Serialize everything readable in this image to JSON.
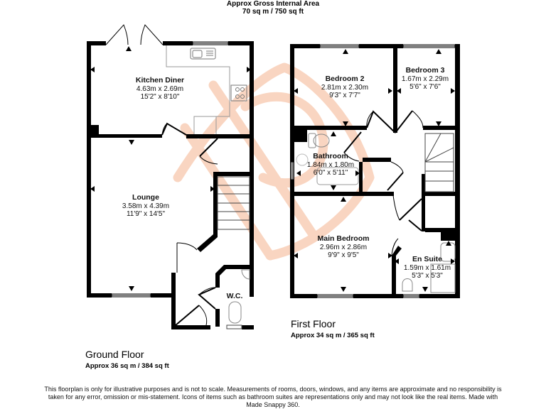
{
  "header": {
    "title": "Approx Gross Internal Area",
    "total_area": "70 sq m / 750 sq ft"
  },
  "watermark": {
    "glyph": "P",
    "color": "#f4a27a",
    "icon": "agent-logo-icon"
  },
  "ground_floor": {
    "title": "Ground Floor",
    "area": "Approx 36 sq m / 384 sq ft",
    "rooms": [
      {
        "name": "Kitchen Diner",
        "metric": "4.63m x 2.69m",
        "imperial": "15'2\" x 8'10\""
      },
      {
        "name": "Lounge",
        "metric": "3.58m x 4.39m",
        "imperial": "11'9\" x 14'5\""
      },
      {
        "name": "W.C."
      }
    ]
  },
  "first_floor": {
    "title": "First Floor",
    "area": "Approx 34 sq m / 365 sq ft",
    "rooms": [
      {
        "name": "Bedroom 2",
        "metric": "2.81m x 2.30m",
        "imperial": "9'3\" x 7'7\""
      },
      {
        "name": "Bedroom 3",
        "metric": "1.67m x 2.29m",
        "imperial": "5'6\" x 7'6\""
      },
      {
        "name": "Bathroom",
        "metric": "1.84m x 1.80m",
        "imperial": "6'0\" x 5'11\""
      },
      {
        "name": "Main Bedroom",
        "metric": "2.96m x 2.86m",
        "imperial": "9'9\" x 9'5\""
      },
      {
        "name": "En Suite",
        "metric": "1.59m x 1.61m",
        "imperial": "5'3\" x 5'3\""
      }
    ]
  },
  "disclaimer": "This floorplan is only for illustrative purposes and is not to scale. Measurements of rooms, doors, windows, and any items are approximate and no responsibility is taken for any error, omission or mis-statement. Icons of items such as bathroom suites are representations only and may not look like the real items. Made with Made Snappy 360."
}
